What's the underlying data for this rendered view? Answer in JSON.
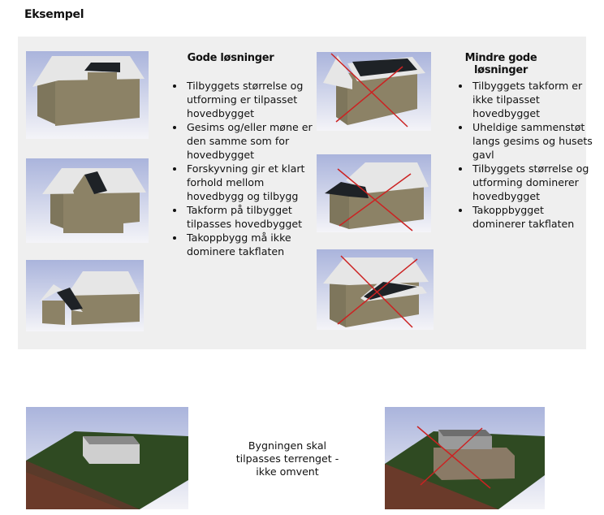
{
  "title": "Eksempel",
  "good": {
    "heading": "Gode løsninger",
    "items": [
      "Tilbyggets størrelse og utforming er tilpasset hovedbygget",
      "Gesims og/eller møne er den samme som for hovedbygget",
      "Forskyvning gir et klart forhold mellom hovedbygg og tilbygg",
      "Takform på tilbygget tilpasses hovedbygget",
      "Takoppbygg må ikke dominere takflaten"
    ]
  },
  "bad": {
    "heading": "Mindre gode løsninger",
    "items": [
      "Tilbyggets takform er ikke tilpasset hovedbygget",
      "Uheldige sammenstøt langs gesims og husets gavl",
      "Tilbyggets størrelse og utforming dominerer hovedbygget",
      "Takoppbygget dominerer takflaten"
    ]
  },
  "bottom": {
    "caption": "Bygningen skal tilpasses terrenget - ikke omvent"
  },
  "colors": {
    "panel": "#efefef",
    "cross": "#cc2222",
    "wall": "#8c8266",
    "roof": "#e6e6e6",
    "solar": "#1e2226",
    "grass": "#2f4a22",
    "soil": "#6a3a2a"
  }
}
